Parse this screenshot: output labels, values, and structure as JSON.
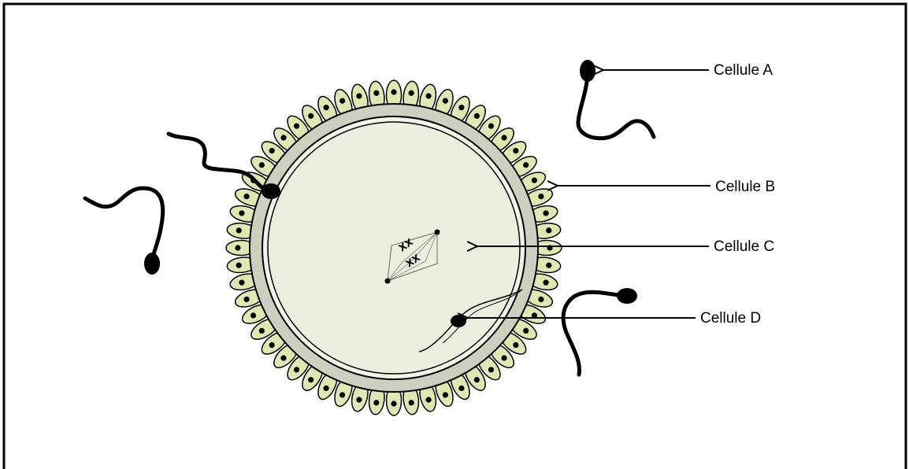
{
  "labels": {
    "cell_a": "Cellule A",
    "cell_b": "Cellule B",
    "cell_c": "Cellule C",
    "cell_d": "Cellule D"
  },
  "colors": {
    "follicle_fill": "#dfe8b0",
    "zona_fill": "#cfcfbf",
    "cytoplasm_fill": "#eeeedf",
    "ink": "#000000"
  }
}
